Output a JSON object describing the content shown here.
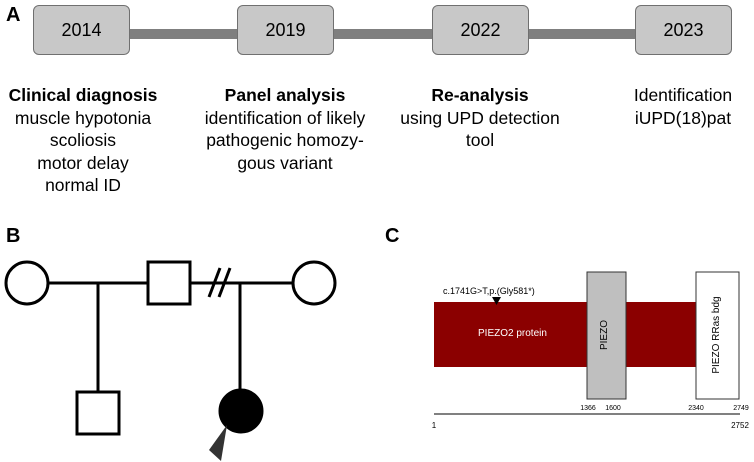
{
  "panels": {
    "a": "A",
    "b": "B",
    "c": "C"
  },
  "timeline": [
    {
      "year": "2014",
      "head": "Clinical diagnosis",
      "lines": [
        "muscle hypotonia",
        "scoliosis",
        "motor delay",
        "normal ID"
      ]
    },
    {
      "year": "2019",
      "head": "Panel analysis",
      "lines": [
        "identification of likely",
        "pathogenic homozy-",
        "gous variant"
      ]
    },
    {
      "year": "2022",
      "head": "Re-analysis",
      "lines": [
        "using UPD detection",
        "tool"
      ]
    },
    {
      "year": "2023",
      "head": "",
      "lines": [
        "Identification",
        "iUPD(18)pat"
      ]
    }
  ],
  "protein": {
    "variant_label": "c.1741G>T,p.(Gly581*)",
    "protein_label": "PIEZO2 protein",
    "domain1_label": "PIEZO",
    "domain2_label": "PIEZO RRas bdg",
    "pos_1366": "1366",
    "pos_1600": "1600",
    "pos_2340": "2340",
    "pos_2749": "2749",
    "axis_start": "1",
    "axis_end": "2752",
    "colors": {
      "protein": "#8b0000",
      "domain1": "#bfbfbf",
      "domain2": "#ffffff"
    }
  }
}
